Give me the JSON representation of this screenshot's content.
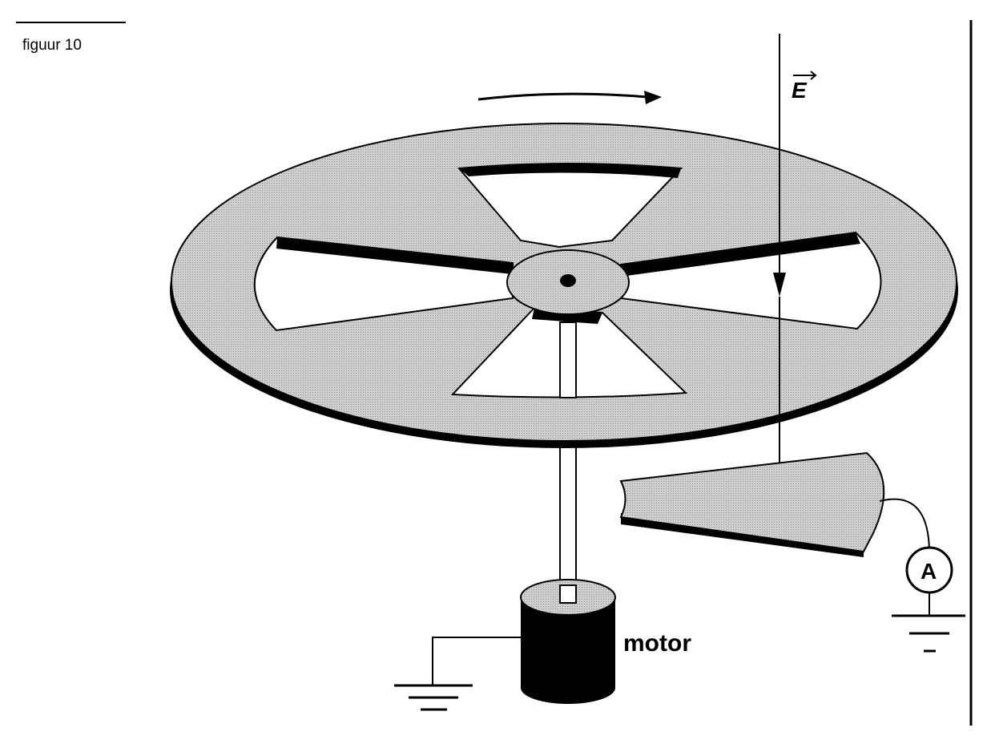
{
  "figure": {
    "label": "figuur 10",
    "field_symbol": "E",
    "motor_label": "motor",
    "ammeter_symbol": "A"
  },
  "colors": {
    "ink": "#000000",
    "plate_fill": "#c4c4c4",
    "background": "#ffffff"
  }
}
